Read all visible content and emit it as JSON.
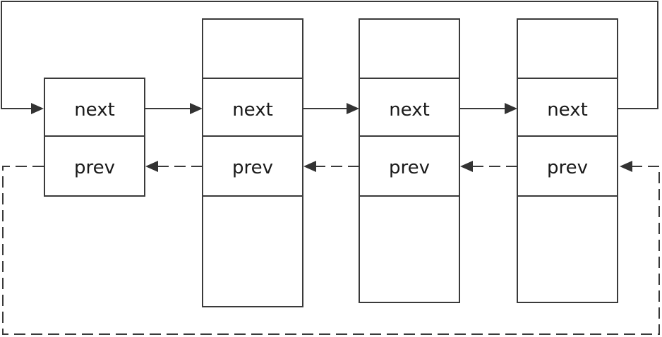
{
  "nodes": [
    {
      "next_label": "next",
      "prev_label": "prev"
    },
    {
      "next_label": "next",
      "prev_label": "prev"
    },
    {
      "next_label": "next",
      "prev_label": "prev"
    },
    {
      "next_label": "next",
      "prev_label": "prev"
    }
  ],
  "colors": {
    "line": "#3a3a3a",
    "arrowhead": "#333333",
    "text": "#1a1a1a",
    "background": "#ffffff"
  }
}
